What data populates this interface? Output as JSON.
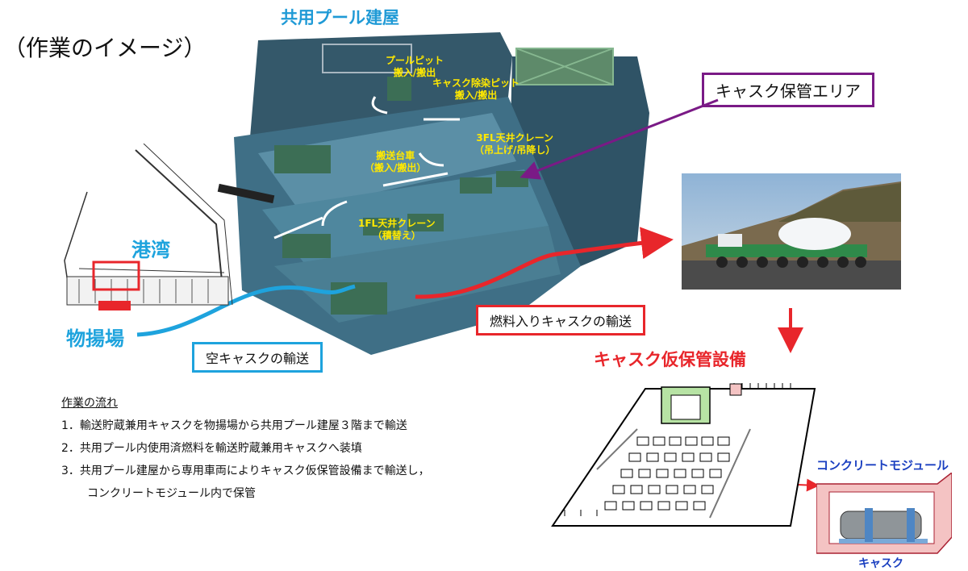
{
  "header": "（作業のイメージ）",
  "building_title": "共用プール建屋",
  "cask_storage_area_label": "キャスク保管エリア",
  "building_labels": {
    "pool_pit": [
      "プールピット",
      "搬入/搬出"
    ],
    "cask_decon_pit": [
      "キャスク除染ピット",
      "搬入/搬出"
    ],
    "crane_3fl": [
      "3FL天井クレーン",
      "（吊上げ/吊降し）"
    ],
    "transport_cart": [
      "搬送台車",
      "（搬入/搬出）"
    ],
    "crane_1fl": [
      "1FL天井クレーン",
      "（積替え）"
    ]
  },
  "harbor_label": "港湾",
  "unloading_area_label": "物揚場",
  "empty_cask_transport_label": "空キャスクの輸送",
  "fueled_cask_transport_label": "燃料入りキャスクの輸送",
  "temp_storage_title": "キャスク仮保管設備",
  "concrete_module_label": "コンクリートモジュール",
  "cask_label": "キャスク",
  "work_flow": {
    "title": "作業の流れ",
    "steps": [
      "1．輸送貯蔵兼用キャスクを物揚場から共用プール建屋３階まで輸送",
      "2．共用プール内使用済燃料を輸送貯蔵兼用キャスクへ装填",
      "3．共用プール建屋から専用車両によりキャスク仮保管設備まで輸送し，"
    ],
    "step3_cont": "コンクリートモジュール内で保管"
  },
  "colors": {
    "cyan": "#1ea3dd",
    "red": "#e8262b",
    "purple": "#7a1a86",
    "building": "#3f6f86",
    "yellow_label": "#ffe800",
    "module_pink": "#f4c3c3"
  }
}
